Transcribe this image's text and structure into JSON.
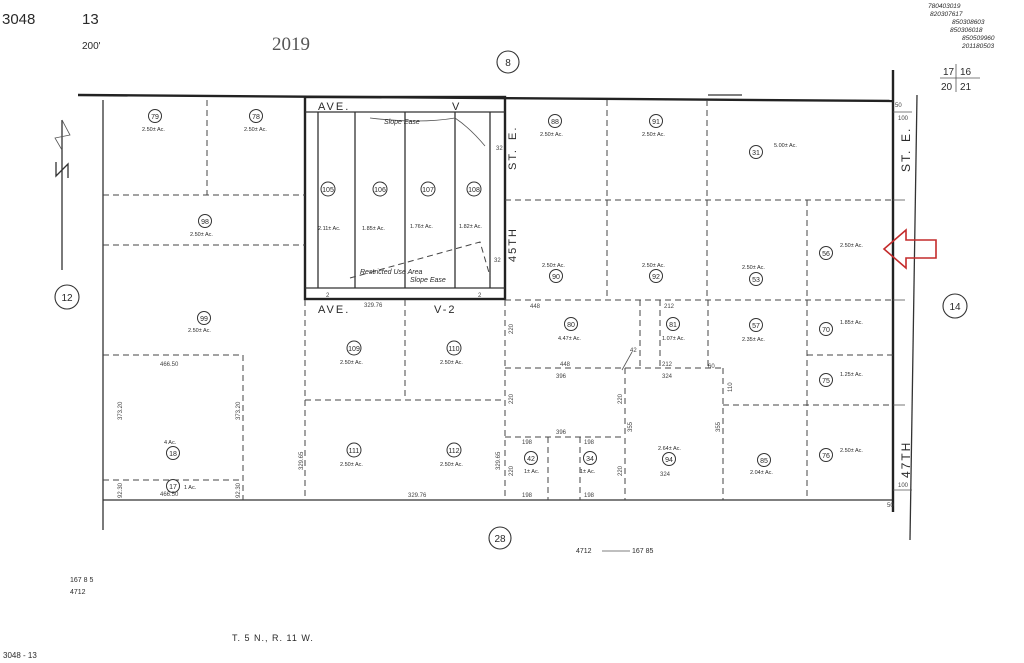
{
  "header": {
    "book_page": "3048",
    "page": "13",
    "scale": "200'",
    "year": "2019",
    "record_numbers": [
      "780403019",
      "820307617",
      "850308603",
      "850306018",
      "850509960",
      "201180503"
    ],
    "section_grid": [
      "17",
      "16",
      "20",
      "21"
    ]
  },
  "sections": {
    "top": "8",
    "left": "12",
    "right": "14",
    "bottom": "28"
  },
  "streets": {
    "ave_v": [
      "AVE.",
      "V"
    ],
    "ave_v2": [
      "AVE.",
      "V-2"
    ],
    "st_45th": [
      "ST.",
      "E.",
      "45TH"
    ],
    "st_47th": [
      "ST.",
      "E.",
      "47TH"
    ]
  },
  "notes": {
    "slope_ease": "Slope Ease",
    "restricted_use_area": "Restricted Use Area",
    "slope_ease_2": "Slope Ease"
  },
  "parcels": [
    {
      "id": "79",
      "acres": "2.50± Ac."
    },
    {
      "id": "78",
      "acres": "2.50± Ac."
    },
    {
      "id": "98",
      "acres": "2.50± Ac."
    },
    {
      "id": "99",
      "acres": "2.50± Ac."
    },
    {
      "id": "105",
      "acres": "2.11± Ac."
    },
    {
      "id": "106",
      "acres": "1.85± Ac."
    },
    {
      "id": "107",
      "acres": "1.76± Ac."
    },
    {
      "id": "108",
      "acres": "1.82± Ac."
    },
    {
      "id": "88",
      "acres": "2.50± Ac."
    },
    {
      "id": "91",
      "acres": "2.50± Ac."
    },
    {
      "id": "31",
      "acres": "5.00± Ac."
    },
    {
      "id": "90",
      "acres": "2.50± Ac."
    },
    {
      "id": "92",
      "acres": "2.50± Ac."
    },
    {
      "id": "53",
      "acres": "2.50± Ac."
    },
    {
      "id": "56",
      "acres": "2.50± Ac."
    },
    {
      "id": "109",
      "acres": "2.50± Ac."
    },
    {
      "id": "110",
      "acres": "2.50± Ac."
    },
    {
      "id": "80",
      "acres": "4.47± Ac."
    },
    {
      "id": "81",
      "acres": "1.07± Ac."
    },
    {
      "id": "57",
      "acres": "2.35± Ac."
    },
    {
      "id": "70",
      "acres": "1.85± Ac."
    },
    {
      "id": "75",
      "acres": "1.25± Ac."
    },
    {
      "id": "18",
      "acres": "4 Ac."
    },
    {
      "id": "17",
      "acres": "1 Ac."
    },
    {
      "id": "111",
      "acres": "2.50± Ac."
    },
    {
      "id": "112",
      "acres": "2.50± Ac."
    },
    {
      "id": "42",
      "acres": "1± Ac."
    },
    {
      "id": "34",
      "acres": "1± Ac."
    },
    {
      "id": "94",
      "acres": "2.64± Ac."
    },
    {
      "id": "85",
      "acres": "2.04± Ac."
    },
    {
      "id": "76",
      "acres": "2.50± Ac."
    }
  ],
  "dimensions": {
    "d466_50": "466.50",
    "d466_50b": "466.50",
    "d329_76": "329.76",
    "d329_76b": "329.76",
    "d448": "448",
    "d448b": "448",
    "d212": "212",
    "d212b": "212",
    "d396": "396",
    "d396b": "396",
    "d324": "324",
    "d324b": "324",
    "d198a": "198",
    "d198b": "198",
    "d198c": "198",
    "d198d": "198",
    "d220a": "220",
    "d220b": "220",
    "d220c": "220",
    "d220d": "220",
    "d220e": "220",
    "d355a": "355",
    "d355b": "355",
    "d373_20": "373.20",
    "d373_20b": "373.20",
    "d92_30": "92.30",
    "d92_30b": "92.30",
    "d329_65": "329.65",
    "d329_65b": "329.65",
    "d100a": "100",
    "d100b": "100",
    "d50a": "50",
    "d50b": "50",
    "d60": "60",
    "d110": "110",
    "d42": "42",
    "d32a": "32",
    "d32b": "32",
    "d2a": "2",
    "d2b": "2"
  },
  "benchmarks": {
    "bottom": [
      "4712",
      "167 85"
    ],
    "left": [
      "167 8 5",
      "4712"
    ]
  },
  "township": "T. 5 N., R. 11 W.",
  "footer": "3048 - 13",
  "colors": {
    "arrow": "#c42b2b",
    "ink": "#2a2a2a"
  }
}
